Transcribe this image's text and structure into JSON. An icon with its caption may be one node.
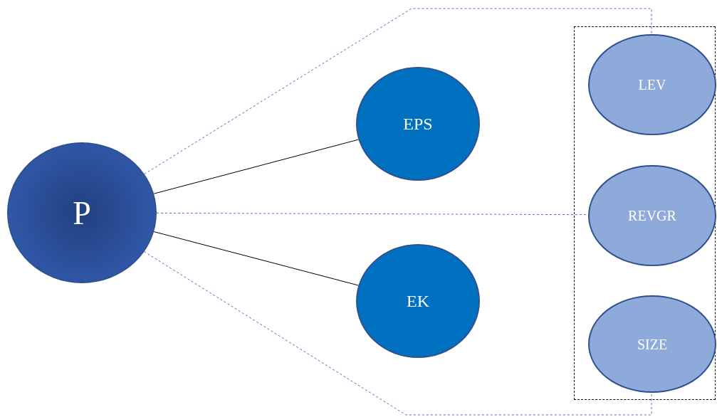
{
  "diagram": {
    "nodes": [
      {
        "text": [
          "P"
        ]
      },
      {
        "text": [
          "EPS"
        ]
      },
      {
        "text": [
          "EK"
        ]
      },
      {
        "text": [],
        "shape": "box"
      },
      {
        "text": [
          "LEV"
        ],
        "in": 3
      },
      {
        "text": [
          "REVGR"
        ],
        "in": 3
      },
      {
        "text": [
          "SIZE"
        ],
        "in": 3
      }
    ],
    "edges": [
      {
        "from": 0,
        "to": 1,
        "arrow": "none",
        "color": "#000000"
      },
      {
        "from": 0,
        "to": 2,
        "arrow": "none",
        "color": "#000000"
      },
      {
        "from": 0,
        "to": 4,
        "arrow": "none",
        "style": "dashed",
        "color": "#4472c4"
      },
      {
        "from": 0,
        "to": 5,
        "arrow": "none",
        "style": "dashed",
        "color": "#4472c4"
      },
      {
        "from": 0,
        "to": 6,
        "arrow": "none",
        "style": "dashed",
        "color": "#4472c4"
      }
    ]
  }
}
